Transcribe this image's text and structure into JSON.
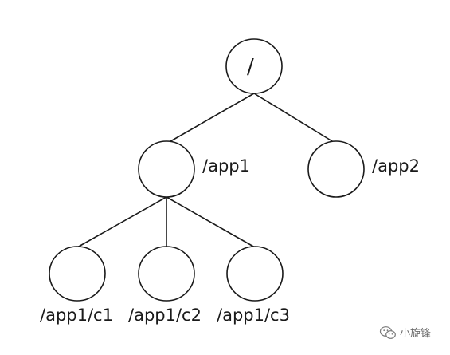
{
  "tree": {
    "root": {
      "label": "/"
    },
    "app1": {
      "label": "/app1"
    },
    "app2": {
      "label": "/app2"
    },
    "c1": {
      "label": "/app1/c1"
    },
    "c2": {
      "label": "/app1/c2"
    },
    "c3": {
      "label": "/app1/c3"
    }
  },
  "watermark": {
    "text": "小旋锋",
    "icon": "wechat-icon"
  },
  "colors": {
    "stroke": "#1a1a1a",
    "background": "#ffffff",
    "watermark": "#6a6a6a"
  }
}
